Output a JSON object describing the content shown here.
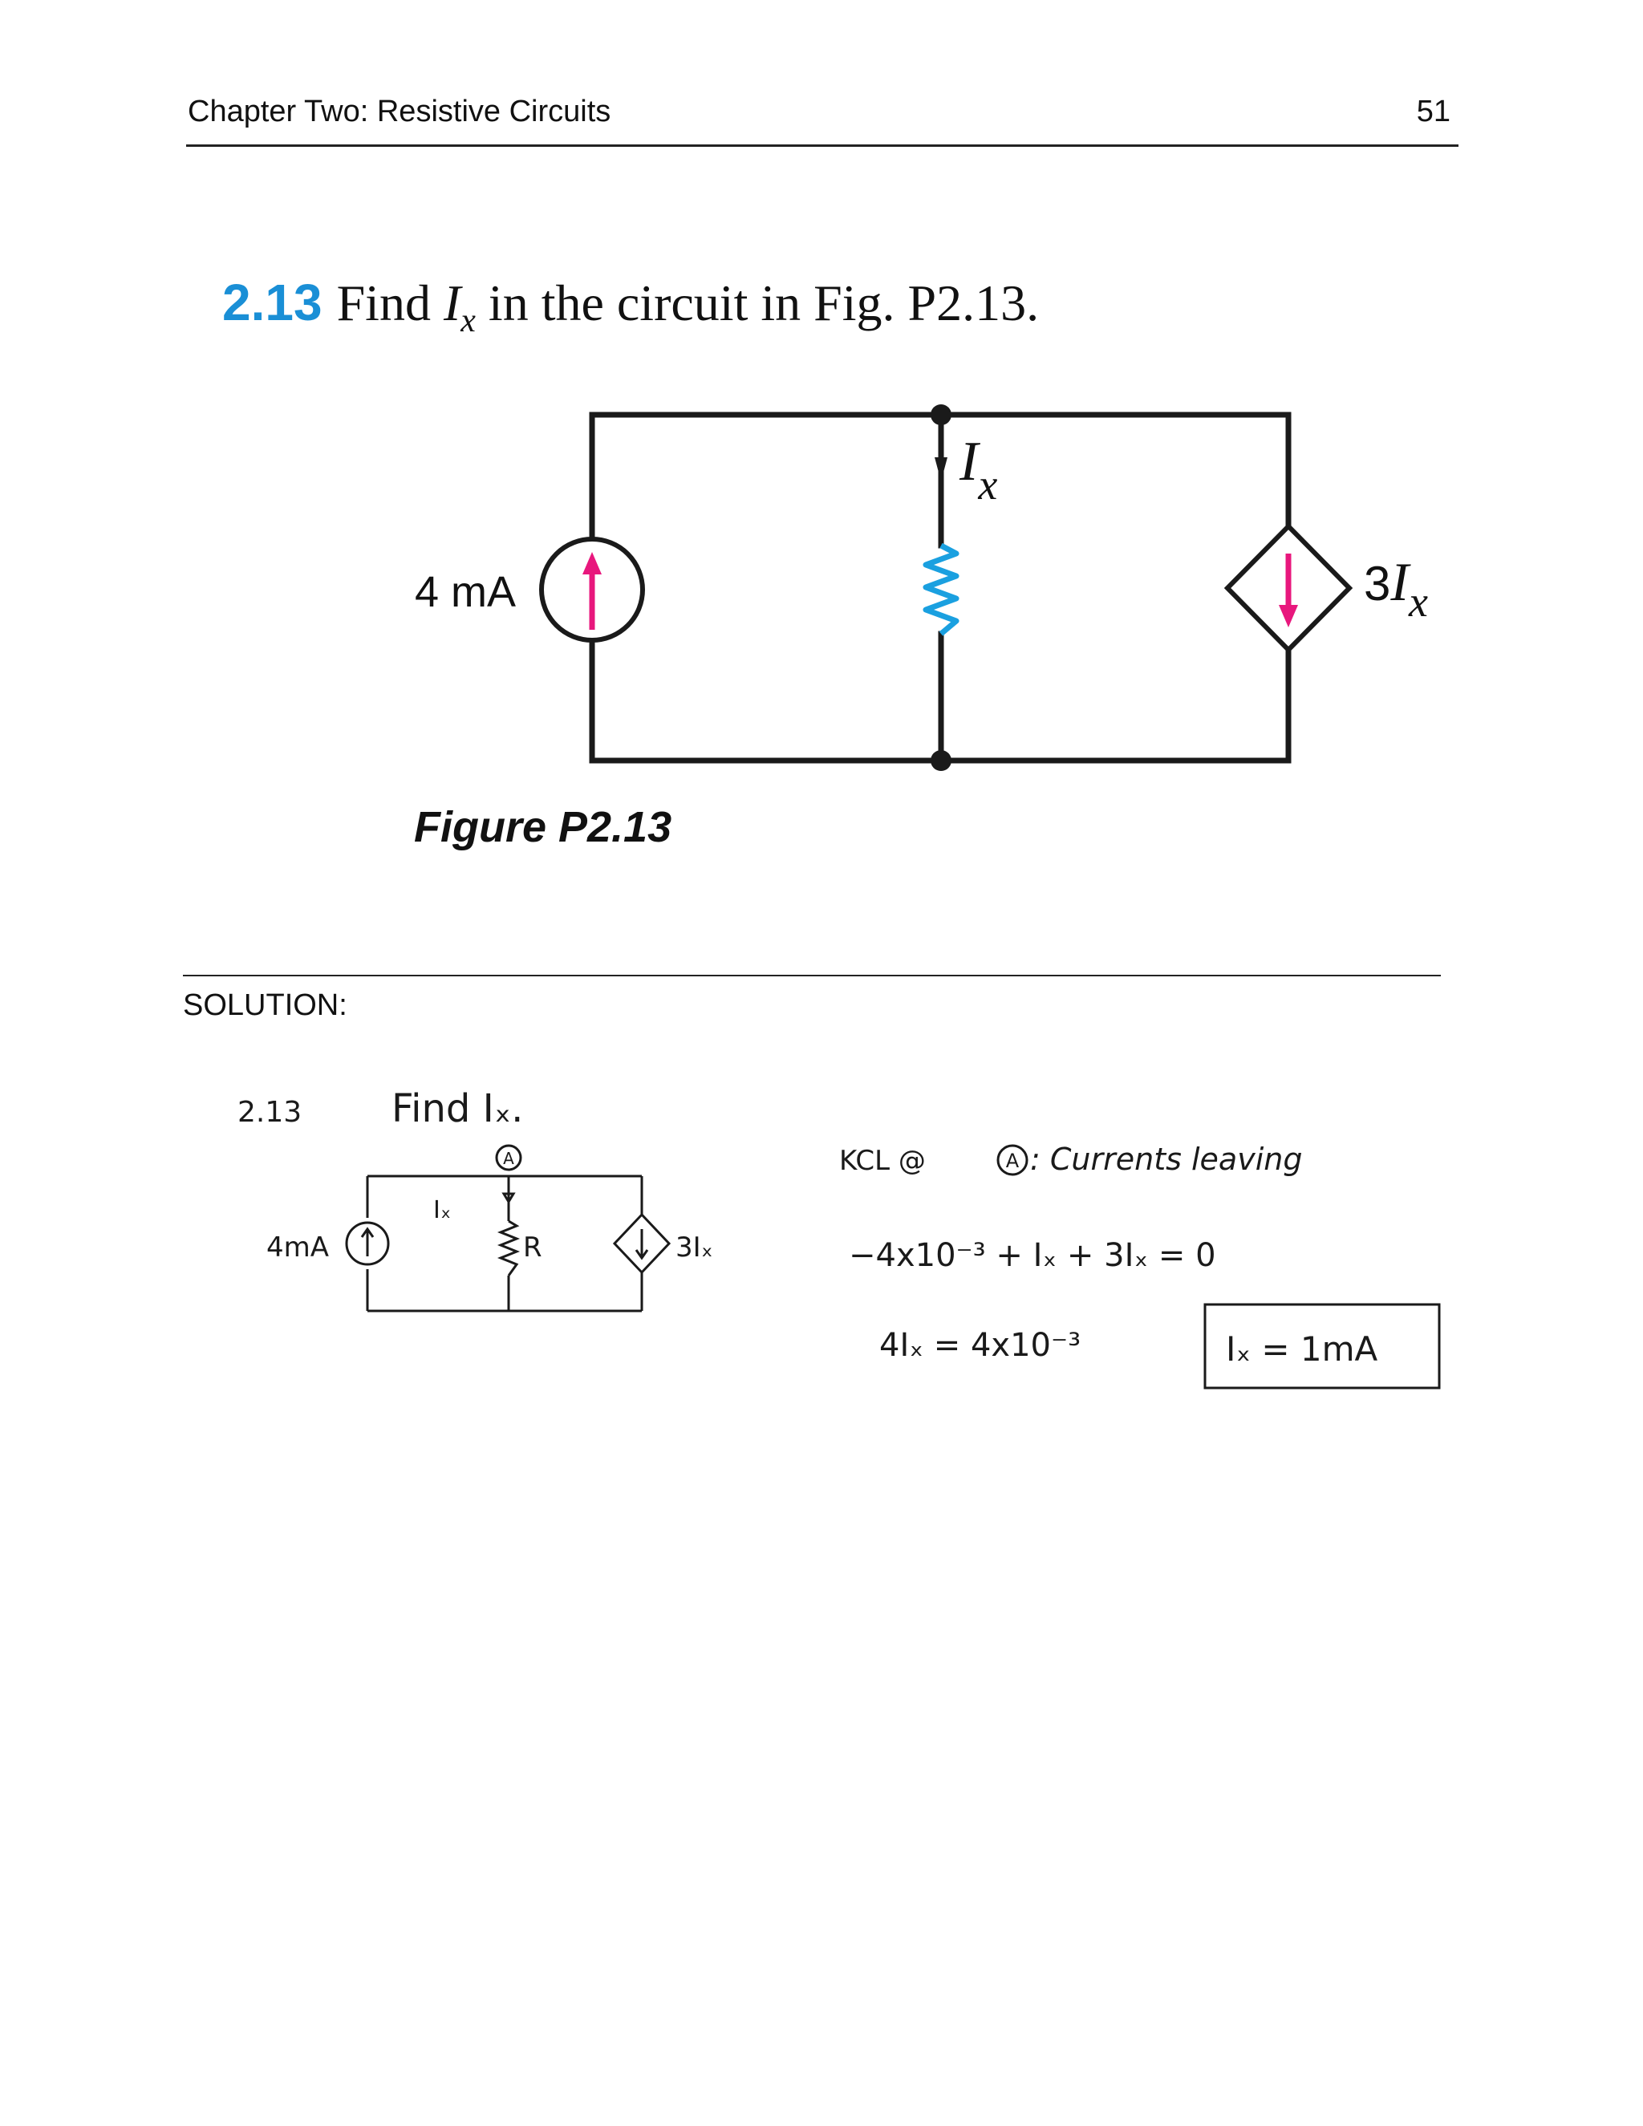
{
  "header": {
    "chapter_title": "Chapter Two: Resistive Circuits",
    "page_number": "51"
  },
  "problem": {
    "number": "2.13",
    "text_prefix": "Find ",
    "var_main": "I",
    "var_sub": "x",
    "text_suffix": " in the circuit in Fig. P2.13."
  },
  "figure": {
    "source_label": "4 mA",
    "current_label_main": "I",
    "current_label_sub": "x",
    "dependent_label_coef": "3",
    "dependent_label_main": "I",
    "dependent_label_sub": "x",
    "caption": "Figure P2.13",
    "colors": {
      "wire": "#1a1a1a",
      "arrow": "#e8177d",
      "resistor": "#1aa0e0"
    }
  },
  "solution": {
    "label": "SOLUTION:",
    "handwritten": {
      "problem_ref": "2.13",
      "task": "Find Iₓ.",
      "node_label": "A",
      "branch_current": "Iₓ",
      "source_label": "4mA",
      "resistor_label": "R",
      "dependent_label": "3Iₓ",
      "kcl_heading": "KCL @ ",
      "kcl_node": "A",
      "kcl_tail": ": Currents leaving",
      "equation_1": "−4x10⁻³ + Iₓ + 3Iₓ = 0",
      "equation_2": "4Iₓ = 4x10⁻³",
      "answer": "Iₓ = 1mA"
    }
  }
}
